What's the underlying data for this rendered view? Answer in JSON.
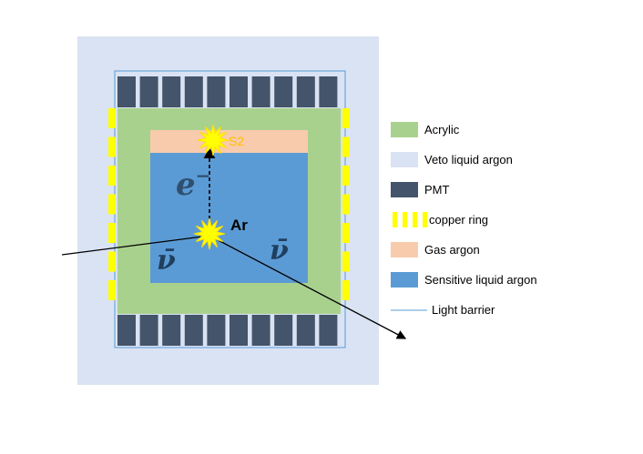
{
  "labels": {
    "s2": "S2",
    "electron": "e",
    "electron_sup": "−",
    "argon": "Ar",
    "antineutrino_left": "ν̄",
    "antineutrino_right": "ν̄"
  },
  "legend": [
    {
      "type": "box",
      "color": "#a9d18e",
      "label": "Acrylic"
    },
    {
      "type": "box",
      "color": "#dae3f3",
      "label": "Veto liquid argon"
    },
    {
      "type": "box",
      "color": "#44546a",
      "label": "PMT"
    },
    {
      "type": "rings",
      "color": "#ffff00",
      "label": "copper ring"
    },
    {
      "type": "box",
      "color": "#f8cbad",
      "label": "Gas argon"
    },
    {
      "type": "box",
      "color": "#5b9bd5",
      "label": "Sensitive liquid argon"
    },
    {
      "type": "line",
      "color": "#5b9bd5",
      "label": "Light barrier"
    }
  ],
  "colors": {
    "veto": "#dae3f3",
    "acrylic": "#a9d18e",
    "pmt": "#44546a",
    "copper": "#ffff00",
    "gas": "#f8cbad",
    "sensitive": "#5b9bd5",
    "barrier": "#5b9bd5",
    "s2_text": "#ffc000"
  },
  "pmt_count_per_row": 10,
  "copper_ring_count_per_side": 7
}
